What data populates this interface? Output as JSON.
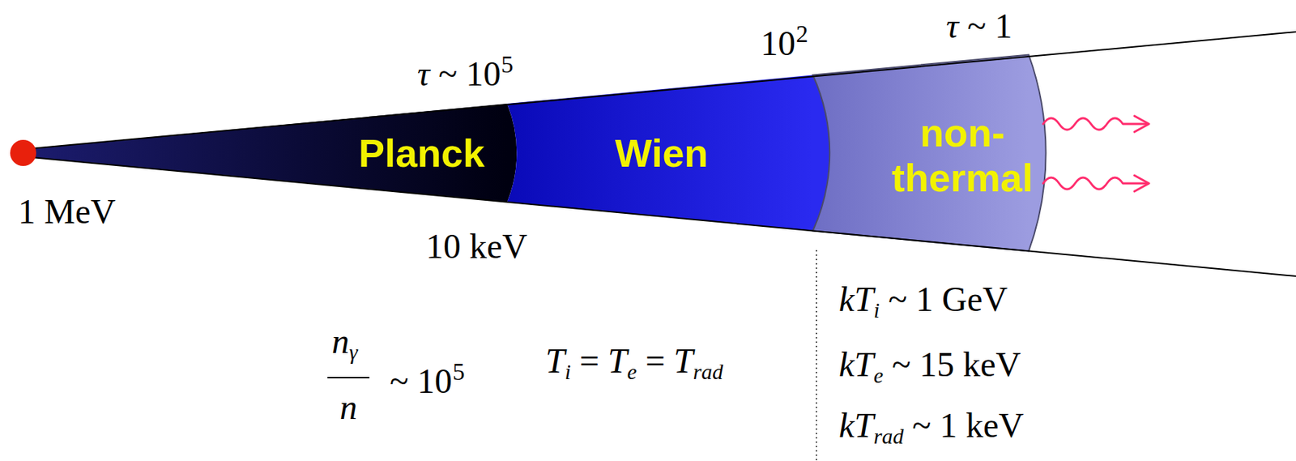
{
  "diagram": {
    "nodes": [
      {
        "text": [
          "Planck"
        ]
      },
      {
        "text": [
          "Wien"
        ]
      },
      {
        "text": [
          "non- thermal"
        ]
      }
    ],
    "labels": [
      "1 MeV",
      "τ",
      "~ 10",
      "5",
      "10",
      "2",
      "τ",
      "~ 1",
      "10 keV",
      "n",
      "γ",
      "n",
      "~ 10",
      "5",
      "T",
      "i",
      "=",
      "T",
      "e",
      "=",
      "T",
      "rad",
      "kT",
      "i",
      "~ 1 GeV",
      "kT",
      "e",
      "~ 15 keV",
      "kT",
      "rad",
      "~ 1 keV"
    ]
  }
}
